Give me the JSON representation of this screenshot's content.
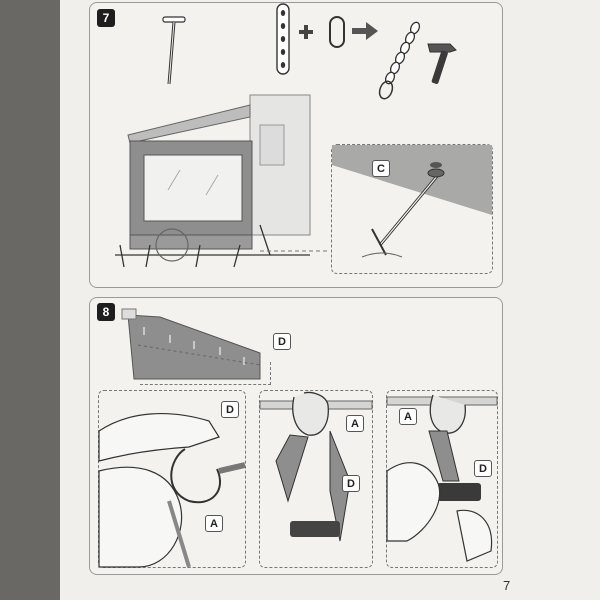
{
  "steps": [
    {
      "number": "7"
    },
    {
      "number": "8"
    }
  ],
  "labels": {
    "c": "C",
    "d_top": "D",
    "d_left": "D",
    "a_left": "A",
    "a_mid": "A",
    "d_mid": "D",
    "a_right": "A",
    "d_right": "D"
  },
  "page_number": "7",
  "icons": [
    "tent-peg-icon",
    "chain-icon",
    "ring-icon",
    "plus-icon",
    "arrow-right-icon",
    "hammer-icon"
  ]
}
